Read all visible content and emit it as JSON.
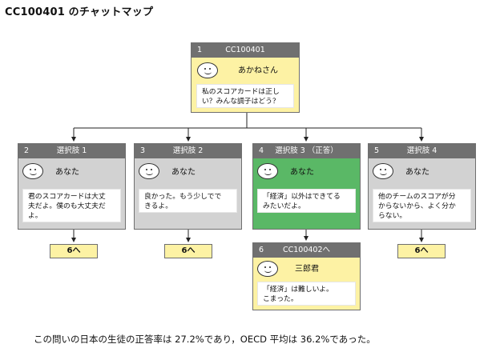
{
  "title": "CC100401 のチャットマップ",
  "root": {
    "number": "1",
    "label": "CC100401",
    "speaker": "あかねさん",
    "message_lines": [
      "私のスコアカードは正し",
      "い？みんな調子はどう？"
    ],
    "icon": "smiley-face-icon",
    "color": "#fdf2a4"
  },
  "choices": [
    {
      "number": "2",
      "label": "選択肢 1",
      "speaker": "あなた",
      "message_lines": [
        "君のスコアカードは大丈",
        "夫だよ。僕のも大丈夫だ",
        "よ。"
      ],
      "next": "6へ",
      "color": "#d2d2d2"
    },
    {
      "number": "3",
      "label": "選択肢 2",
      "speaker": "あなた",
      "message_lines": [
        "良かった。もう少しでで",
        "きるよ。"
      ],
      "next": "6へ",
      "color": "#d2d2d2"
    },
    {
      "number": "4",
      "label": "選択肢 3 （正答）",
      "speaker": "あなた",
      "message_lines": [
        "「経済」以外はできてる",
        "みたいだよ。"
      ],
      "color": "#5ab866"
    },
    {
      "number": "5",
      "label": "選択肢 4",
      "speaker": "あなた",
      "message_lines": [
        "他のチームのスコアが分",
        "からないから、よく分か",
        "らない。"
      ],
      "next": "6へ",
      "color": "#d2d2d2"
    }
  ],
  "result": {
    "number": "6",
    "label": "CC100402へ",
    "speaker": "三郎君",
    "message_lines": [
      "「経済」は難しいよ。",
      "こまった。"
    ],
    "color": "#fdf2a4"
  },
  "footnote": "この問いの日本の生徒の正答率は 27.2%であり，OECD 平均は 36.2%であった。"
}
